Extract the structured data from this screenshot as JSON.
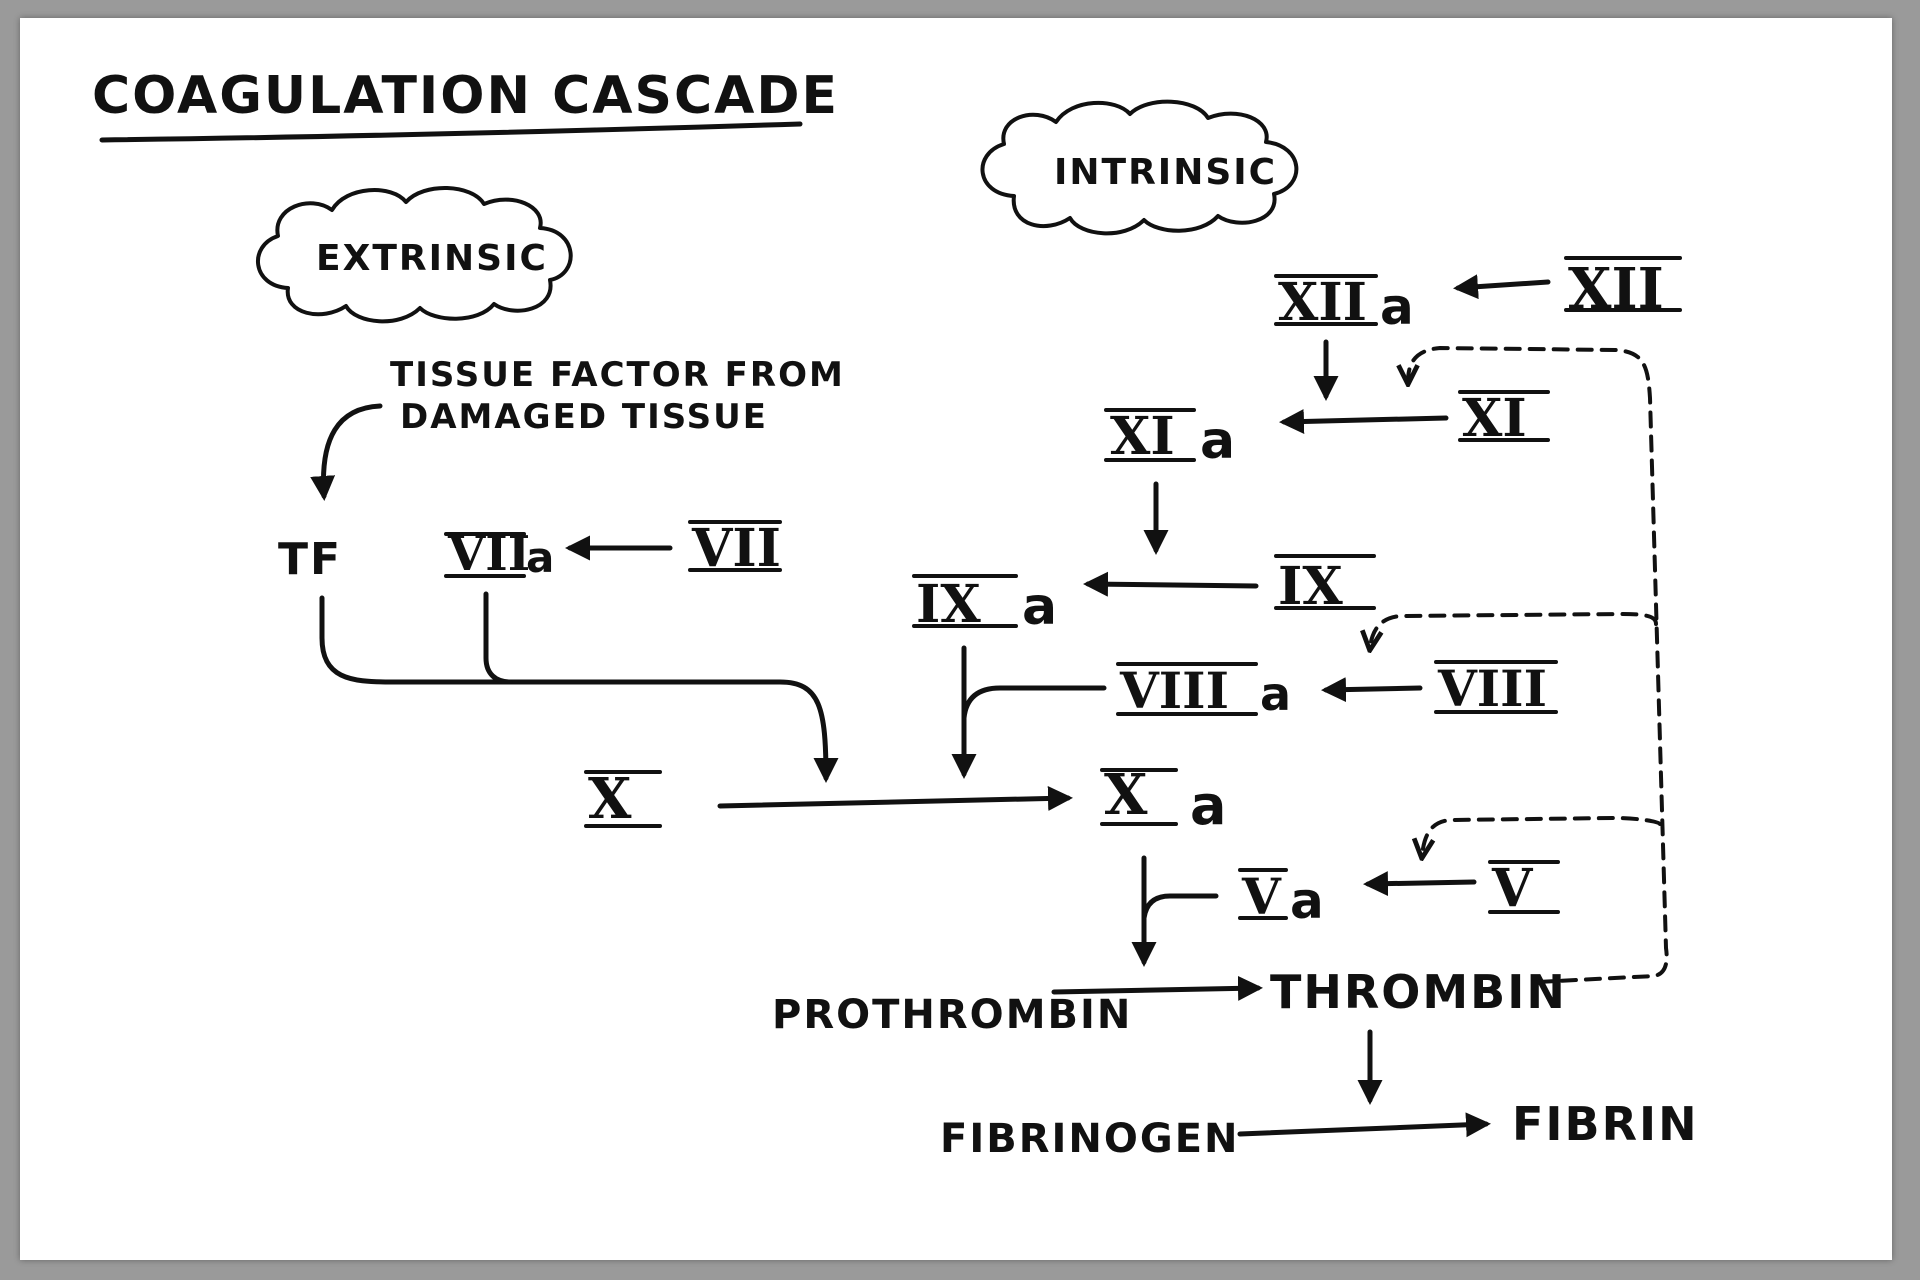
{
  "title": "COAGULATION CASCADE",
  "pathways": {
    "extrinsic": "EXTRINSIC",
    "intrinsic": "INTRINSIC"
  },
  "annotation": {
    "line1": "TISSUE FACTOR FROM",
    "line2": "DAMAGED TISSUE"
  },
  "factors": {
    "tf": "TF",
    "vii": "VII",
    "viia": "VII",
    "a_viia": "a",
    "xii": "XII",
    "xiia": "XII",
    "a_xiia": "a",
    "xi": "XI",
    "xia": "XI",
    "a_xia": "a",
    "ix": "IX",
    "ixa": "IX",
    "a_ixa": "a",
    "viii": "VIII",
    "viiia": "VIII",
    "a_viiia": "a",
    "x": "X",
    "xa": "X",
    "a_xa": "a",
    "v": "V",
    "va": "V",
    "a_va": "a"
  },
  "products": {
    "prothrombin": "PROTHROMBIN",
    "thrombin": "THROMBIN",
    "fibrinogen": "FIBRINOGEN",
    "fibrin": "FIBRIN"
  }
}
